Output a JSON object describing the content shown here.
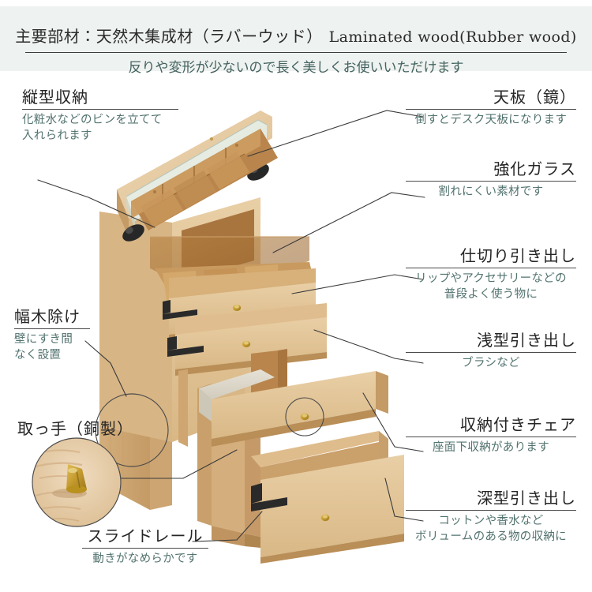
{
  "header": {
    "title_jp": "主要部材：天然木集成材（ラバーウッド）",
    "title_en": "Laminated wood(Rubber wood)",
    "subtitle": "反りや変形が少ないので長く美しくお使いいただけます",
    "bg_color": "#eef2f0",
    "rule_color": "#3c3c3c",
    "title_color": "#2b2b2b",
    "sub_color": "#44635f"
  },
  "colors": {
    "label_title": "#252525",
    "label_desc": "#52736f",
    "leader_line": "#3a3a3a",
    "wood_light": "#e5c79a",
    "wood_mid": "#d9b685",
    "wood_dark": "#c59a68",
    "wood_deep": "#a9713c",
    "mirror_glass": "#e4ebe4",
    "amber_glass": "#b07a45",
    "cushion": "#ddd8cc",
    "brass_knob": "#c8a13c",
    "hinge_black": "#272727"
  },
  "labels": [
    {
      "id": "vertical-storage",
      "title": "縦型収納",
      "desc": "化粧水などのビンを立てて\n入れられます",
      "desc_lines": [
        "化粧水などのビンを立てて",
        "入れられます"
      ],
      "align": "left"
    },
    {
      "id": "top-board-mirror",
      "title": "天板（鏡）",
      "desc": "倒すとデスク天板になります",
      "desc_lines": [
        "倒すとデスク天板になります"
      ],
      "align": "right"
    },
    {
      "id": "tempered-glass",
      "title": "強化ガラス",
      "desc": "割れにくい素材です",
      "desc_lines": [
        "割れにくい素材です"
      ],
      "align": "right"
    },
    {
      "id": "divided-drawer",
      "title": "仕切り引き出し",
      "desc": "リップやアクセサリーなどの\n普段よく使う物に",
      "desc_lines": [
        "リップやアクセサリーなどの",
        "普段よく使う物に"
      ],
      "align": "right"
    },
    {
      "id": "shallow-drawer",
      "title": "浅型引き出し",
      "desc": "ブラシなど",
      "desc_lines": [
        "ブラシなど"
      ],
      "align": "right"
    },
    {
      "id": "baseboard-cutout",
      "title": "幅木除け",
      "desc": "壁にすき間\nなく設置",
      "desc_lines": [
        "壁にすき間",
        "なく設置"
      ],
      "align": "left"
    },
    {
      "id": "handle-copper",
      "title": "取っ手（銅製）",
      "desc": "",
      "desc_lines": [],
      "align": "left"
    },
    {
      "id": "chair-with-storage",
      "title": "収納付きチェア",
      "desc": "座面下収納があります",
      "desc_lines": [
        "座面下収納があります"
      ],
      "align": "right"
    },
    {
      "id": "deep-drawer",
      "title": "深型引き出し",
      "desc": "コットンや香水など\nボリュームのある物の収納に",
      "desc_lines": [
        "コットンや香水など",
        "ボリュームのある物の収納に"
      ],
      "align": "right"
    },
    {
      "id": "slide-rail",
      "title": "スライドレール",
      "desc": "動きがなめらかです",
      "desc_lines": [
        "動きがなめらかです"
      ],
      "align": "center"
    }
  ],
  "product": {
    "type": "vanity-dresser-with-chair",
    "parts": [
      "mirror-lid",
      "glass-shelf",
      "compartment-tray",
      "divided-drawer",
      "shallow-drawer",
      "side-panel",
      "chair-seat-cushion",
      "chair-deep-drawer",
      "brass-knob",
      "slide-rail"
    ]
  },
  "insets": [
    {
      "id": "baseboard-circle",
      "kind": "outline-circle"
    },
    {
      "id": "knob-zoom-circle",
      "kind": "photo-circle"
    },
    {
      "id": "chair-knob-circle",
      "kind": "outline-circle"
    }
  ]
}
